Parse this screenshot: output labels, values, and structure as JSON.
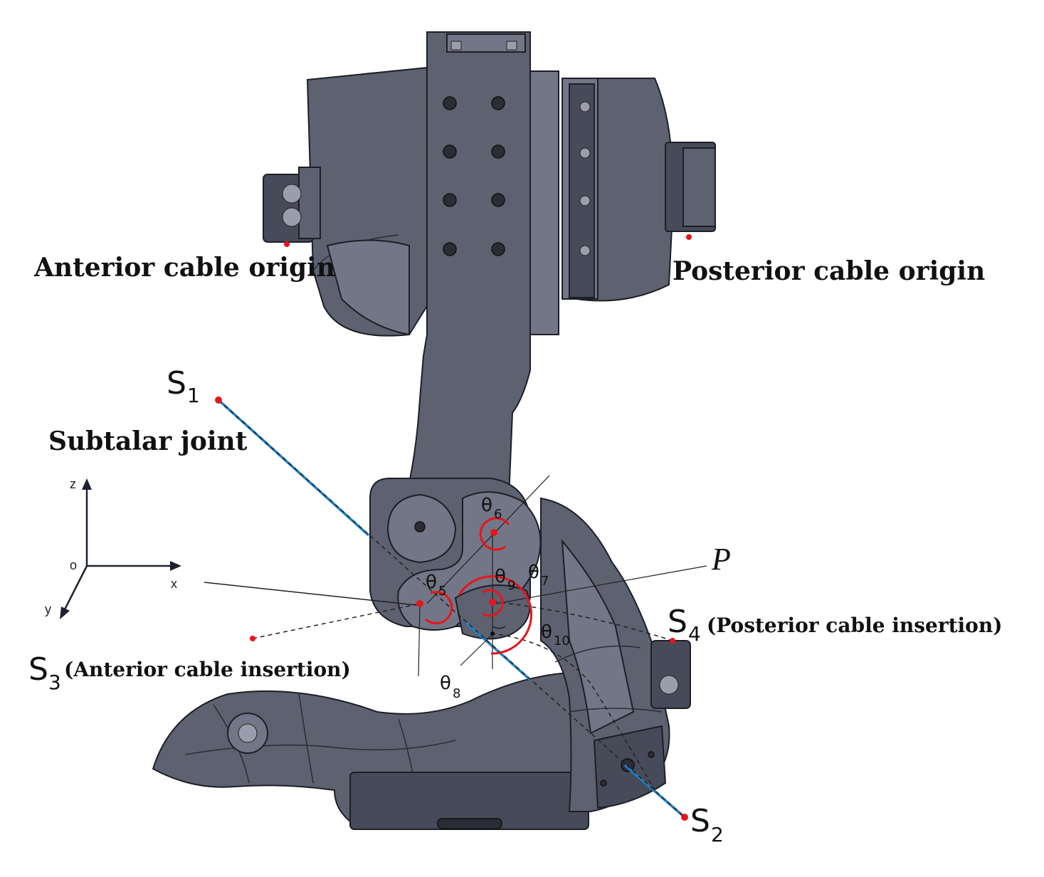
{
  "labels": {
    "anterior_origin": "Anterior cable origin",
    "posterior_origin": "Posterior cable origin",
    "subtalar_joint": "Subtalar joint",
    "s1": "S",
    "s1_sub": "1",
    "s2": "S",
    "s2_sub": "2",
    "s3": "S",
    "s3_sub": "3",
    "s3_text": "(Anterior cable insertion)",
    "s4": "S",
    "s4_sub": "4",
    "s4_text": "(Posterior cable insertion)",
    "p": "P",
    "theta": "θ",
    "theta5_sub": "5",
    "theta6_sub": "6",
    "theta7_sub": "7",
    "theta8_sub": "8",
    "theta9_sub": "9",
    "theta10_sub": "10",
    "axis_x": "x",
    "axis_y": "y",
    "axis_z": "z",
    "axis_o": "o"
  },
  "colors": {
    "part": "#5d6170",
    "cable_axis": "#1f7fc4",
    "point": "#e8141b",
    "angle_arc": "#e8141b",
    "dashed": "#222222"
  }
}
